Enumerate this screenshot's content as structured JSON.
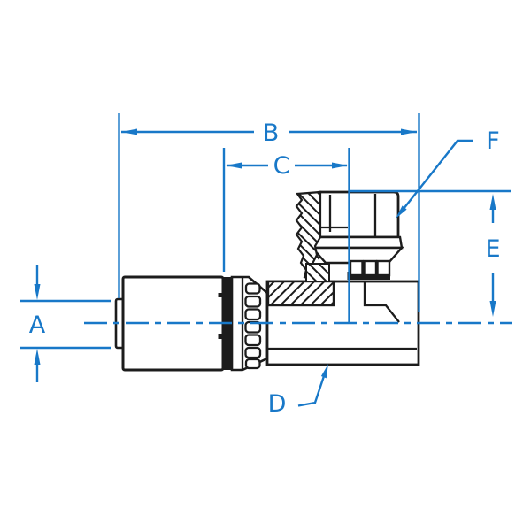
{
  "diagram": {
    "kind": "technical-drawing",
    "subject": "90-degree swivel elbow hose fitting with crimp shell",
    "colors": {
      "background": "#ffffff",
      "line": "#1c1c1c",
      "dimension": "#1878c8"
    },
    "labels": [
      {
        "id": "A"
      },
      {
        "id": "B"
      },
      {
        "id": "C"
      },
      {
        "id": "D"
      },
      {
        "id": "E"
      },
      {
        "id": "F"
      }
    ]
  }
}
